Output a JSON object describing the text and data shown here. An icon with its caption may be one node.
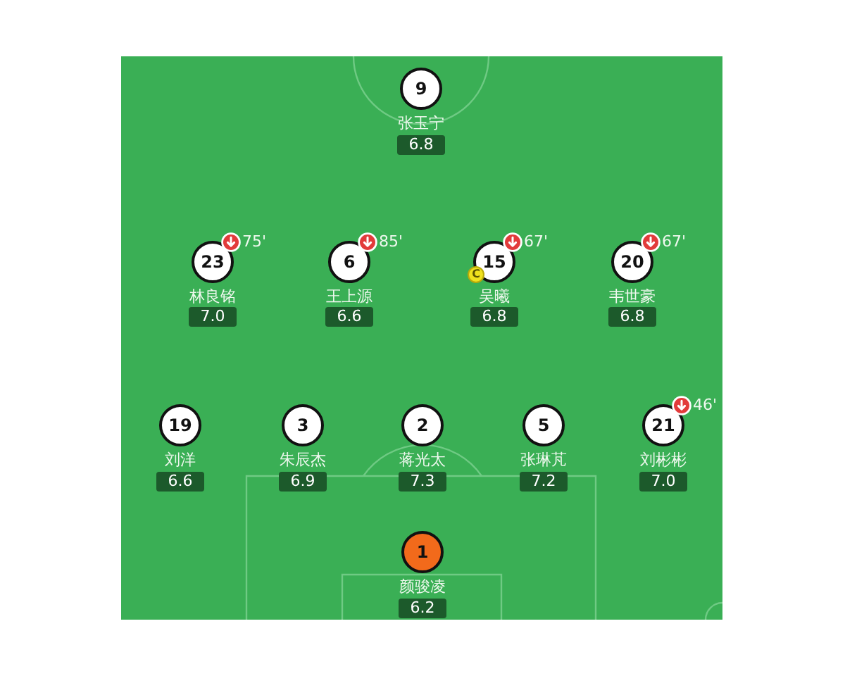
{
  "diagram": {
    "nodes": [
      {
        "text": [
          "9"
        ],
        "beside": [
          "张玉宁"
        ]
      },
      {
        "text": [
          "6.8"
        ]
      },
      {
        "text": [
          "23"
        ],
        "beside": [
          "林良铭",
          "75'"
        ]
      },
      {
        "text": [
          "7.0"
        ]
      },
      {
        "text": [
          "6"
        ],
        "beside": [
          "王上源",
          "85'"
        ]
      },
      {
        "text": [
          "6.6"
        ]
      },
      {
        "text": [
          "15"
        ],
        "beside": [
          "吴曦",
          "67'"
        ]
      },
      {
        "text": [
          "C"
        ]
      },
      {
        "text": [
          "6.8"
        ]
      },
      {
        "text": [
          "20"
        ],
        "beside": [
          "韦世豪",
          "67'"
        ]
      },
      {
        "text": [
          "6.8"
        ]
      },
      {
        "text": [
          "19"
        ],
        "beside": [
          "刘洋"
        ]
      },
      {
        "text": [
          "6.6"
        ]
      },
      {
        "text": [
          "3"
        ],
        "beside": [
          "朱辰杰"
        ]
      },
      {
        "text": [
          "6.9"
        ]
      },
      {
        "text": [
          "2"
        ],
        "beside": [
          "蒋光太"
        ]
      },
      {
        "text": [
          "7.3"
        ]
      },
      {
        "text": [
          "5"
        ],
        "beside": [
          "张琳芃"
        ]
      },
      {
        "text": [
          "7.2"
        ]
      },
      {
        "text": [
          "21"
        ],
        "beside": [
          "刘彬彬",
          "46'"
        ]
      },
      {
        "text": [
          "7.0"
        ]
      },
      {
        "text": [
          "1"
        ],
        "beside": [
          "颜骏凌"
        ]
      },
      {
        "text": [
          "6.2"
        ]
      }
    ]
  }
}
